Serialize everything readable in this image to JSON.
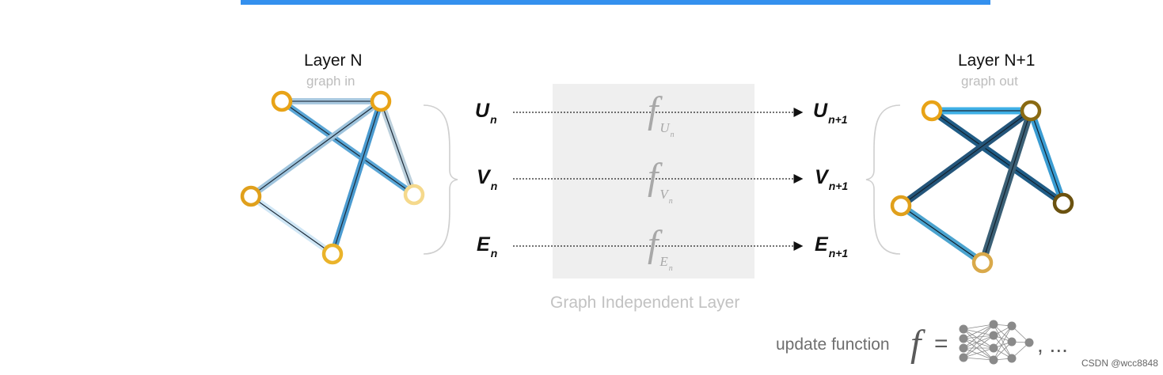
{
  "left_panel": {
    "title": "Layer N",
    "subtitle": "graph in"
  },
  "right_panel": {
    "title": "Layer N+1",
    "subtitle": "graph out"
  },
  "middle": {
    "box_label": "Graph Independent Layer",
    "rows": [
      {
        "in_var": "U",
        "in_sub": "n",
        "fn": "f",
        "fn_sub": "U",
        "fn_sub2": "n",
        "out_var": "U",
        "out_sub": "n+1"
      },
      {
        "in_var": "V",
        "in_sub": "n",
        "fn": "f",
        "fn_sub": "V",
        "fn_sub2": "n",
        "out_var": "V",
        "out_sub": "n+1"
      },
      {
        "in_var": "E",
        "in_sub": "n",
        "fn": "f",
        "fn_sub": "E",
        "fn_sub2": "n",
        "out_var": "E",
        "out_sub": "n+1"
      }
    ]
  },
  "legend": {
    "label": "update function",
    "symbol": "f",
    "equals": "=",
    "ellipsis": ", ..."
  },
  "credit": "CSDN @wcc8848",
  "colors": {
    "top_bar": "#3490ee",
    "node_gold": "#e8a317",
    "node_light": "#f5d98c",
    "node_dark": "#8a6a12",
    "edge_light": "#a9d2ee",
    "edge_mid": "#4aa3d6",
    "edge_dark": "#21567e"
  }
}
